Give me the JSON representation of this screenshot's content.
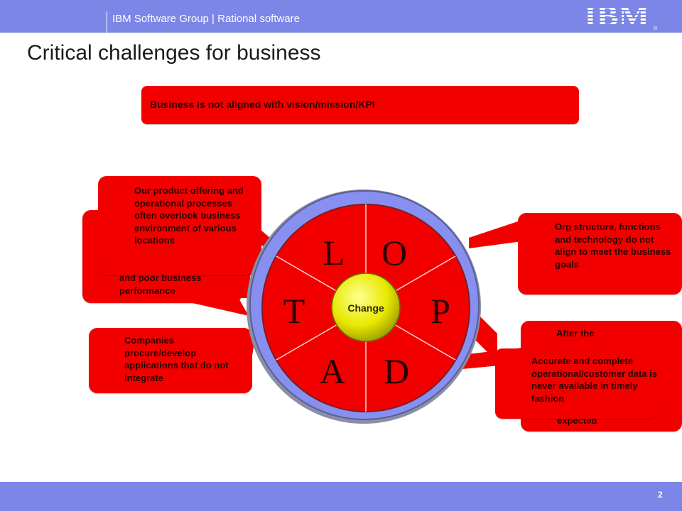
{
  "header": {
    "org": "IBM Software Group | Rational software",
    "logo": "IBM",
    "logo_mark": "®"
  },
  "title": "Critical challenges for business",
  "banner": "Business is not aligned with vision/mission/KPI",
  "callouts": {
    "location_front": "Our product offering and operational processes often overlook business environment of various locations",
    "location_back": "and poor business performance",
    "technology": "Companies procure/develop applications that do not integrate",
    "organization": "Org structure, functions and technology do not align to meet the business goals",
    "process_front": "After the",
    "process_back_tail": "expected",
    "data": "Accurate and complete operational/customer data is never available in timely fashion"
  },
  "wheel": {
    "center": "Change",
    "letters": {
      "L": "L",
      "O": "O",
      "P": "P",
      "D": "D",
      "A": "A",
      "T": "T"
    }
  },
  "footer": {
    "page": "2"
  },
  "colors": {
    "accent_red": "#f20000",
    "bar_blue": "#7b86e6",
    "center_yellow": "#e8e800"
  }
}
